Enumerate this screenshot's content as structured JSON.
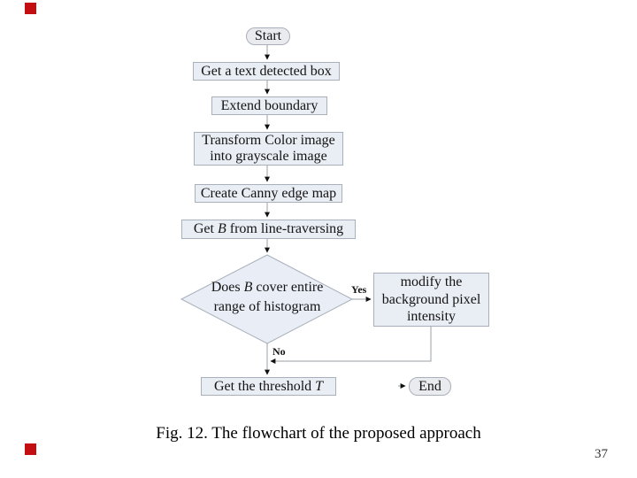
{
  "slide": {
    "caption": "Fig. 12. The flowchart of the proposed approach",
    "page_number": "37"
  },
  "colors": {
    "accent_red": "#c40f12",
    "box_fill": "#e9edf4",
    "oval_fill": "#e9ebef",
    "diamond_fill": "#e8edf6",
    "shape_border": "#a9b0bb",
    "connector_line": "#9aa0a6",
    "arrowhead": "#111111",
    "text": "#141414"
  },
  "flowchart": {
    "start": "Start",
    "steps": {
      "get_box": "Get a text detected box",
      "extend": "Extend boundary",
      "transform_line1": "Transform Color image",
      "transform_line2": "into grayscale image",
      "canny": "Create Canny edge map",
      "get_b": {
        "prefix": "Get ",
        "var": "B",
        "suffix": " from line-traversing"
      },
      "decision_line1": {
        "prefix": "Does ",
        "var": "B",
        "suffix": " cover entire"
      },
      "decision_line2": "range of histogram",
      "modify_line1": "modify the",
      "modify_line2": "background pixel",
      "modify_line3": "intensity",
      "threshold": {
        "prefix": "Get the threshold ",
        "var": "T"
      }
    },
    "labels": {
      "yes": "Yes",
      "no": "No"
    },
    "end": "End"
  }
}
